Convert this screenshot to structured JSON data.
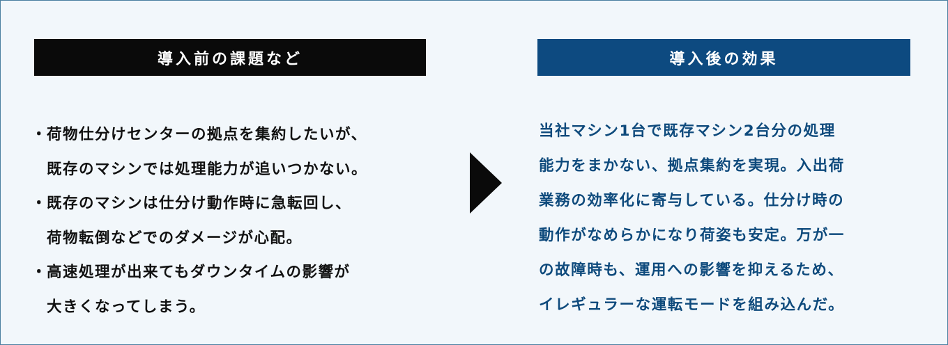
{
  "before": {
    "title": "導入前の課題など",
    "items": [
      {
        "lines": [
          "荷物仕分けセンターの拠点を集約したいが、",
          "既存のマシンでは処理能力が追いつかない。"
        ]
      },
      {
        "lines": [
          "既存のマシンは仕分け動作時に急転回し、",
          "荷物転倒などでのダメージが心配。"
        ]
      },
      {
        "lines": [
          "高速処理が出来てもダウンタイムの影響が",
          "大きくなってしまう。"
        ]
      }
    ],
    "bullet": "・"
  },
  "after": {
    "title": "導入後の効果",
    "lines": [
      "当社マシン1台で既存マシン2台分の処理",
      "能力をまかない、拠点集約を実現。入出荷",
      "業務の効率化に寄与している。仕分け時の",
      "動作がなめらかになり荷姿も安定。万が一",
      "の故障時も、運用への影響を抑えるため、",
      "イレギュラーな運転モードを組み込んだ。"
    ]
  },
  "arrow_icon": "triangle-right-icon"
}
